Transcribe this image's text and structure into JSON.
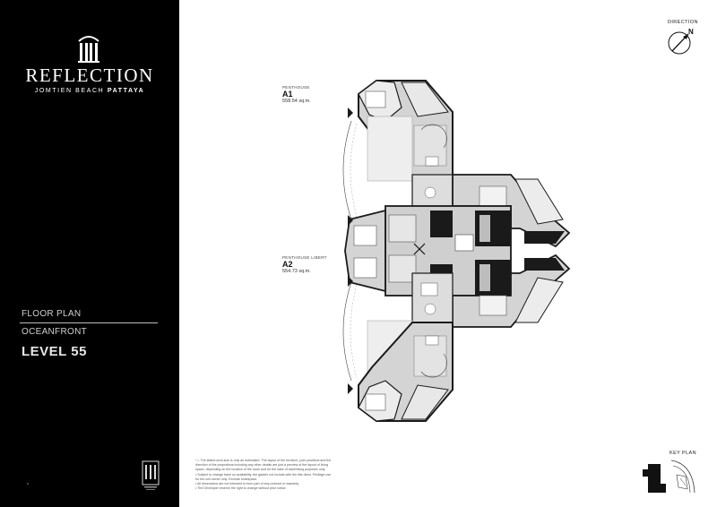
{
  "brand": {
    "name": "REFLECTION",
    "subtitle_prefix": "JOMTIEN BEACH",
    "subtitle_bold": "PATTAYA"
  },
  "sidebar": {
    "floor_plan_label": "FLOOR PLAN",
    "floor_plan_sub": "OCEANFRONT",
    "level": "LEVEL 55"
  },
  "direction": {
    "label": "DIRECTION",
    "north": "N"
  },
  "units": [
    {
      "type": "PENTHOUSE",
      "code": "A1",
      "area": "558.54 sq.m."
    },
    {
      "type": "PENTHOUSE LIBERT",
      "code": "A2",
      "area": "554.73 sq.m."
    }
  ],
  "notes": [
    "* = The stated area size is only an estimation. The layout of the furniture, pole positions and the",
    "direction of the proportions including any other details are just a preview of the layout of living",
    "space, depending on the location of the room and for the sake of advertising purposes only.",
    "• Subject to change base on availability, the garden not include with the title deed. Privilege use",
    "for the unit owner only. Exclude sofa/space.",
    "• All dimensions are not intended to form part of any contract or warranty.",
    "• The Developer reserve the right to change without prior notice."
  ],
  "key_plan": {
    "label": "KEY PLAN"
  },
  "colors": {
    "panel": "#000000",
    "wall": "#1a1a1a",
    "floor": "#d4d4d4",
    "room": "#ececec"
  }
}
